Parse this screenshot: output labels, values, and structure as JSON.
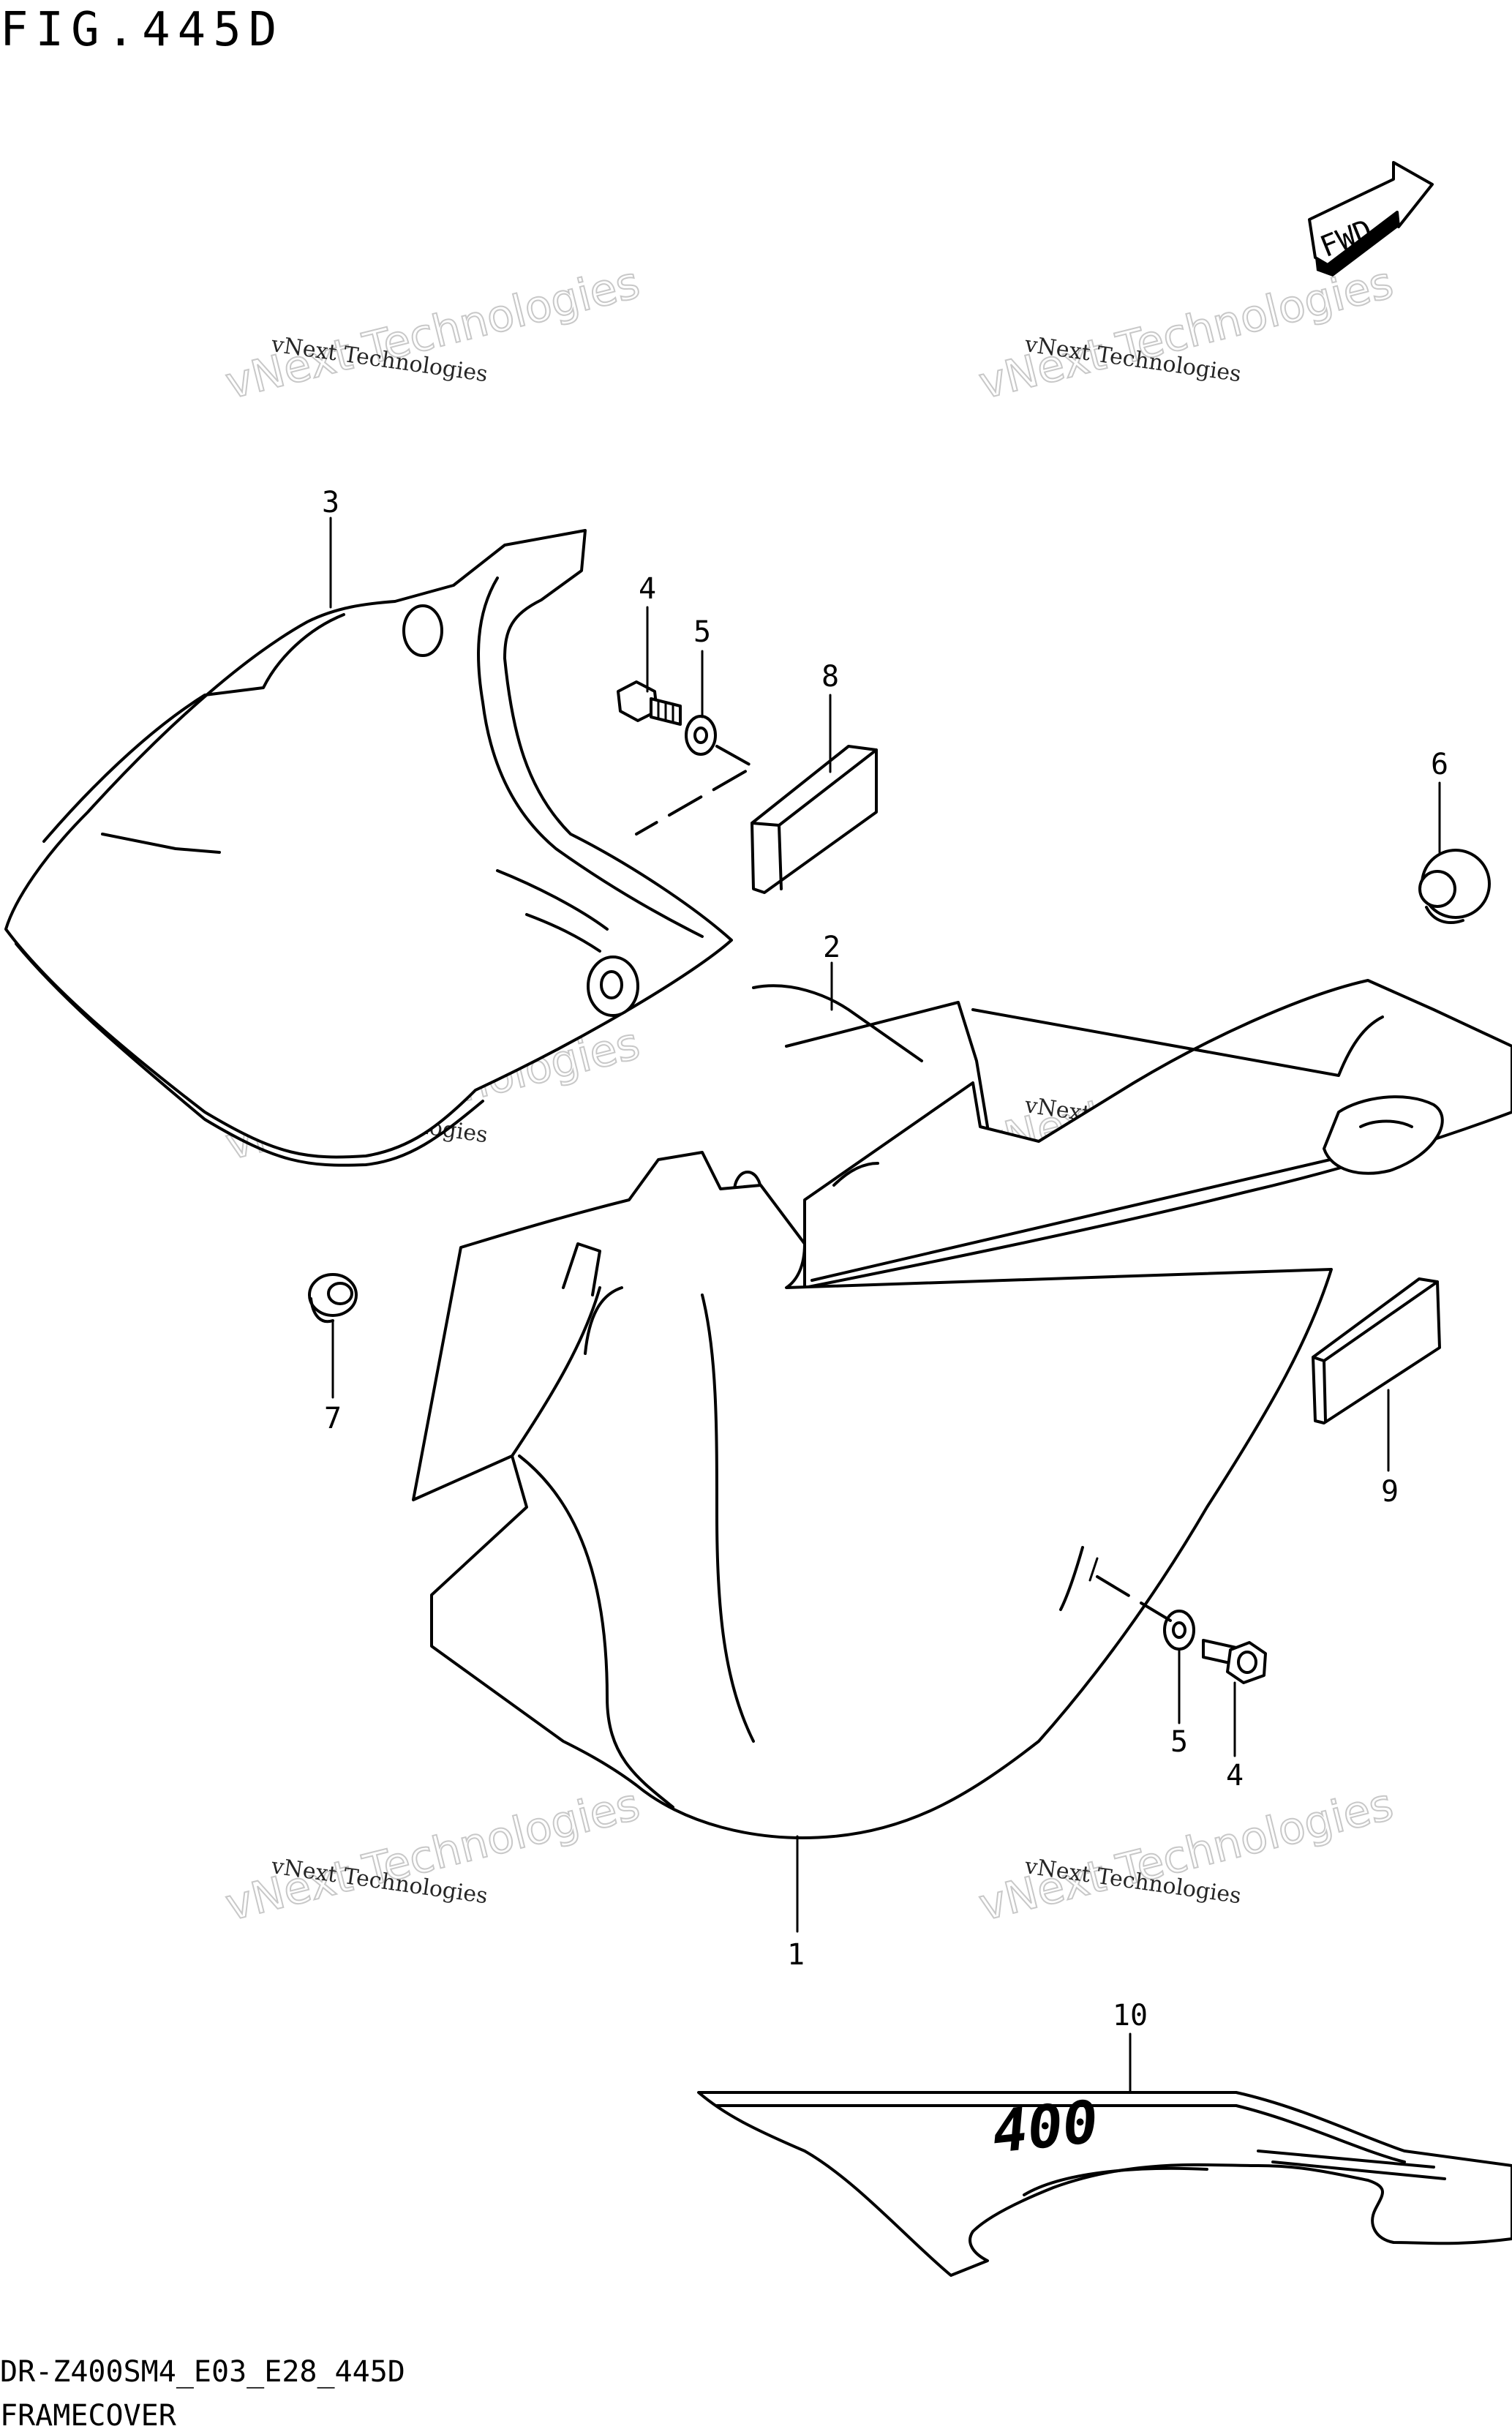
{
  "figure_title": "FIG.445D",
  "model_code": "DR-Z400SM4_E03_E28_445D",
  "section_title": "FRAMECOVER",
  "direction_badge": "FWD",
  "decal_text": "400",
  "watermark": {
    "line1": "vNext Technologies",
    "line2": "vNext Technologies"
  },
  "callouts": [
    "1",
    "2",
    "3",
    "4",
    "5",
    "6",
    "7",
    "8",
    "9",
    "10"
  ],
  "callout_labels": {
    "c1": "1",
    "c2": "2",
    "c3": "3",
    "c4a": "4",
    "c4b": "4",
    "c5a": "5",
    "c5b": "5",
    "c6": "6",
    "c7": "7",
    "c8": "8",
    "c9": "9",
    "c10": "10"
  }
}
